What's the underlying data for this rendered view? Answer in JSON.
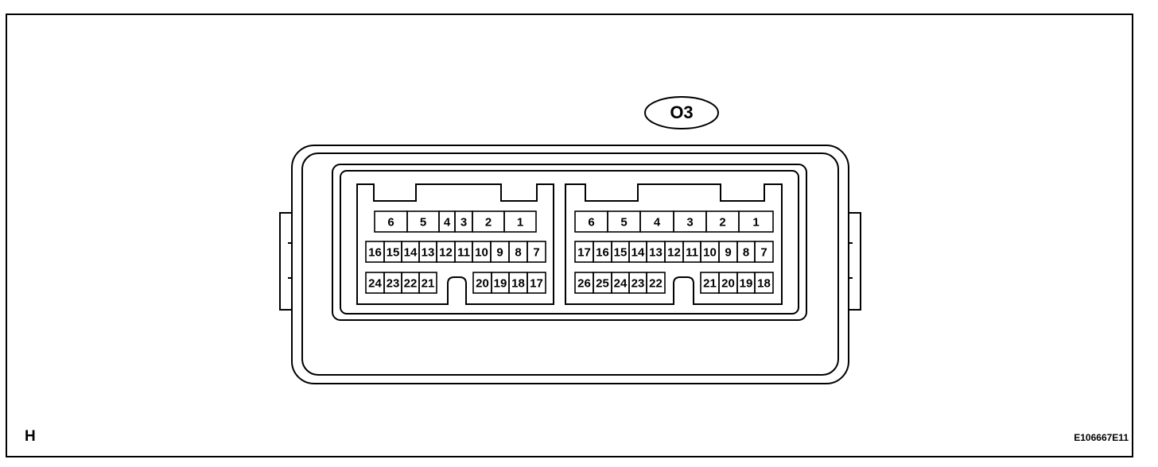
{
  "corner_label": "H",
  "figure_code": "E106667E11",
  "connector_id": "O3",
  "connector": {
    "left_block": {
      "row1": [
        "6",
        "5",
        "4",
        "3",
        "2",
        "1"
      ],
      "row2": [
        "16",
        "15",
        "14",
        "13",
        "12",
        "11",
        "10",
        "9",
        "8",
        "7"
      ],
      "row3_left": [
        "24",
        "23",
        "22",
        "21"
      ],
      "row3_right": [
        "20",
        "19",
        "18",
        "17"
      ]
    },
    "right_block": {
      "row1": [
        "6",
        "5",
        "4",
        "3",
        "2",
        "1"
      ],
      "row2": [
        "17",
        "16",
        "15",
        "14",
        "13",
        "12",
        "11",
        "10",
        "9",
        "8",
        "7"
      ],
      "row3_left": [
        "26",
        "25",
        "24",
        "23",
        "22"
      ],
      "row3_right": [
        "21",
        "20",
        "19",
        "18"
      ]
    }
  }
}
